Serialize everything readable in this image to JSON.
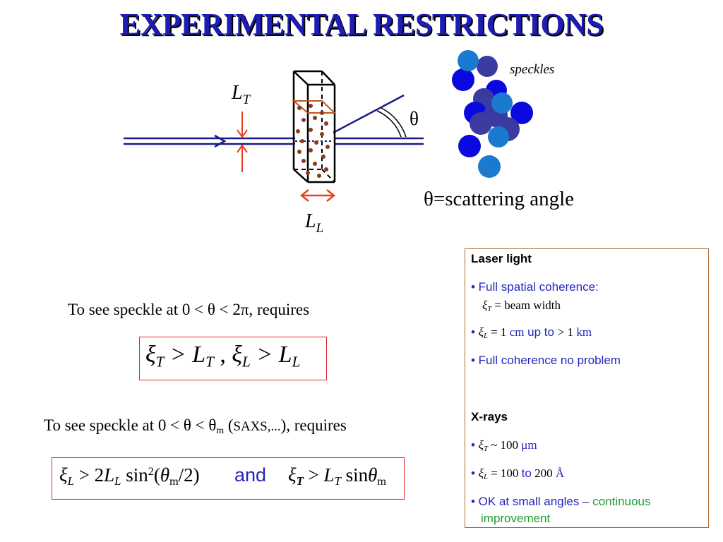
{
  "title": "EXPERIMENTAL RESTRICTIONS",
  "diagram": {
    "lt_label": "L",
    "lt_sub": "T",
    "ll_label": "L",
    "ll_sub": "L",
    "theta_label": "θ",
    "speckles_label": "speckles",
    "caption": "θ=scattering angle",
    "colors": {
      "beam": "#1a1a8c",
      "arrow": "#e8401c",
      "particle": "#8b3a1e",
      "speckle_dark": "#3a3aa0",
      "speckle_blue": "#0a0ae0",
      "speckle_light": "#1a7ad0"
    }
  },
  "requirement_1": {
    "text": "To see speckle at 0 < θ < 2π, requires",
    "formula": {
      "xi": "ξ",
      "t": "T",
      "gt": " > ",
      "L": "L",
      "sep": " ,  ",
      "l": "L"
    }
  },
  "requirement_2": {
    "text_a": "To see speckle at 0 < θ < θ",
    "text_sub": "m",
    "text_b": " (",
    "text_saxs": "SAXS,...",
    "text_c": "), requires",
    "formula_a": {
      "xi": "ξ",
      "sub_l": "L",
      "rel": " > 2",
      "L": "L",
      "sub_l2": "L",
      "sin": " sin",
      "sup": "2",
      "open": "(",
      "theta": "θ",
      "m": "m",
      "div": "/2)"
    },
    "and": "and",
    "formula_b": {
      "xi": "ξ",
      "sub_t": "T",
      "rel": " > ",
      "L": "L",
      "sub_t2": "T",
      "sin": " sin",
      "theta": "θ",
      "m": "m"
    }
  },
  "panel": {
    "laser_heading": "Laser light",
    "laser_1": "• Full spatial coherence:",
    "laser_1b_xi": "ξ",
    "laser_1b_sub": "T",
    "laser_1b_rest": " = beam width",
    "laser_2_bullet": "•  ",
    "laser_2_xi": "ξ",
    "laser_2_sub": "L",
    "laser_2_eq": " = 1 ",
    "laser_2_cm": "cm",
    "laser_2_upto": " up to ",
    "laser_2_gt": "> 1 ",
    "laser_2_km": "km",
    "laser_3": "• Full coherence no problem",
    "xray_heading": "X-rays",
    "xray_1_bullet": "•  ",
    "xray_1_xi": "ξ",
    "xray_1_sub": "T",
    "xray_1_rest": " ~ 100 ",
    "xray_1_unit": "μm",
    "xray_2_bullet": "•  ",
    "xray_2_xi": "ξ",
    "xray_2_sub": "L",
    "xray_2_eq": " = 100 ",
    "xray_2_to": "to",
    "xray_2_val": " 200 ",
    "xray_2_unit": "Å",
    "xray_3a": "• OK at small angles – ",
    "xray_3b": "continuous",
    "xray_3c": "improvement"
  }
}
